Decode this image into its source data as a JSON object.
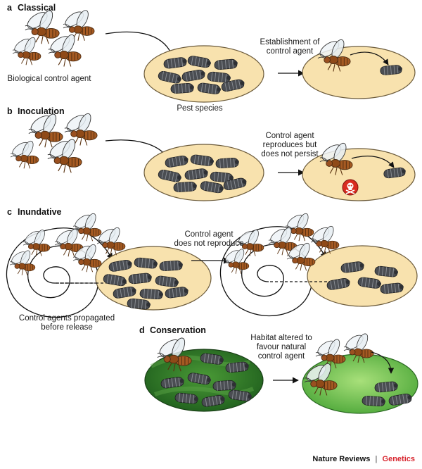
{
  "panels": {
    "a": {
      "letter": "a",
      "title": "Classical",
      "agent_label": "Biological control agent",
      "pest_label": "Pest species",
      "outcome_label": [
        "Establishment of",
        "control agent"
      ]
    },
    "b": {
      "letter": "b",
      "title": "Inoculation",
      "outcome_label": [
        "Control agent",
        "reproduces but",
        "does not persist"
      ]
    },
    "c": {
      "letter": "c",
      "title": "Inundative",
      "propagation_label": [
        "Control agents propagated",
        "before release"
      ],
      "outcome_label": [
        "Control agent",
        "does not reproduce"
      ]
    },
    "d": {
      "letter": "d",
      "title": "Conservation",
      "outcome_label": [
        "Habitat altered to",
        "favour natural",
        "control agent"
      ]
    }
  },
  "credit": {
    "journal": "Nature Reviews",
    "separator": "|",
    "section": "Genetics"
  },
  "colors": {
    "arena": "#f8e2ae",
    "arena_stroke": "#6b5a3a",
    "habitat_dark": "#2f7a2a",
    "habitat_light": "#6fbf4a",
    "larva": "#4a4d52",
    "wasp_body": "#a55a22",
    "skull_badge": "#d92b1f",
    "credit_accent": "#d8262f"
  },
  "icons": [
    "wasp-icon",
    "caterpillar-icon",
    "skull-icon",
    "spiral-icon",
    "arrow-icon"
  ]
}
